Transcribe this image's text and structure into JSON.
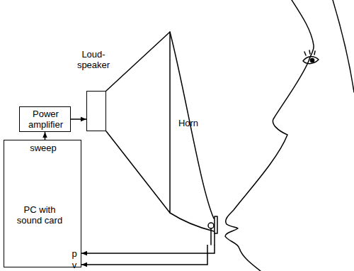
{
  "diagram": {
    "nodes": [
      {
        "text": [
          "Loud- speaker"
        ]
      },
      {
        "text": [
          "Horn"
        ]
      },
      {
        "text": [
          "Power amplifier"
        ]
      },
      {
        "text": [
          "sweep",
          "p",
          "v",
          "PC with sound card"
        ]
      }
    ],
    "edges": [
      {
        "from": 3,
        "to": 2,
        "arrow": "to"
      },
      {
        "from": 2,
        "to": 0,
        "arrow": "to"
      },
      {
        "from": 1,
        "to": 3,
        "arrow": "to"
      },
      {
        "from": 1,
        "to": 3,
        "arrow": "to"
      }
    ]
  }
}
